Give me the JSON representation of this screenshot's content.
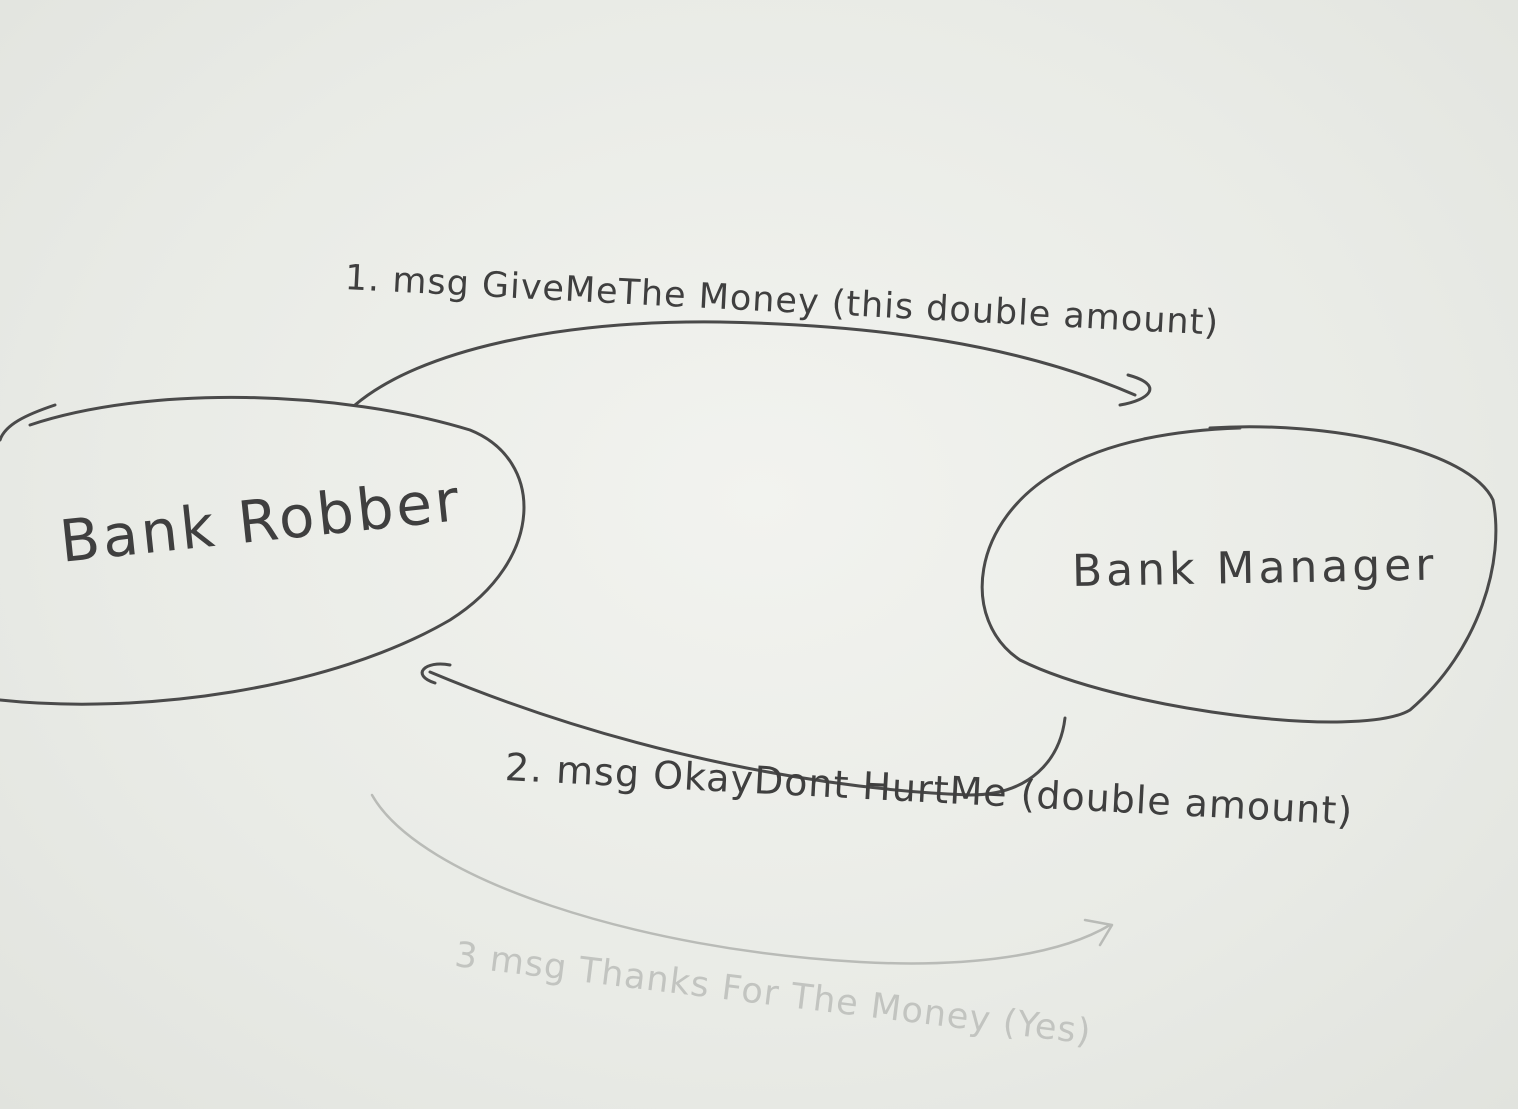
{
  "nodes": {
    "robber": {
      "label": "Bank Robber"
    },
    "manager": {
      "label": "Bank Manager"
    }
  },
  "messages": [
    {
      "text": "1. msg GiveMeThe Money (this double amount)"
    },
    {
      "text": "2. msg OkayDont HurtMe (double amount)"
    },
    {
      "text": "3 msg Thanks For The Money (Yes)"
    }
  ]
}
